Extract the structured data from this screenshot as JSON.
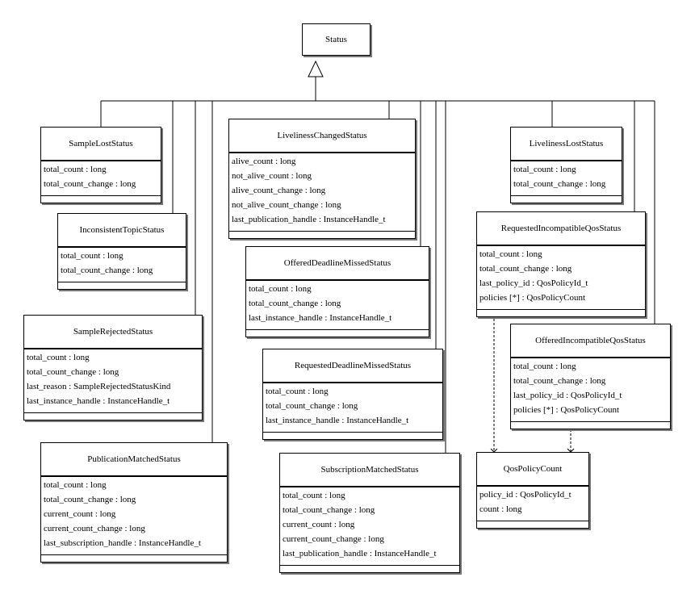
{
  "root": {
    "name": "Status"
  },
  "classes": [
    {
      "id": "sample_lost",
      "name": "SampleLostStatus",
      "attributes": [
        "total_count : long",
        "total_count_change : long"
      ]
    },
    {
      "id": "inconsistent_topic",
      "name": "InconsistentTopicStatus",
      "attributes": [
        "total_count : long",
        "total_count_change : long"
      ]
    },
    {
      "id": "sample_rejected",
      "name": "SampleRejectedStatus",
      "attributes": [
        "total_count : long",
        "total_count_change : long",
        "last_reason : SampleRejectedStatusKind",
        "last_instance_handle : InstanceHandle_t"
      ]
    },
    {
      "id": "publication_matched",
      "name": "PublicationMatchedStatus",
      "attributes": [
        "total_count : long",
        "total_count_change : long",
        "current_count : long",
        "current_count_change : long",
        "last_subscription_handle : InstanceHandle_t"
      ]
    },
    {
      "id": "liveliness_changed",
      "name": "LivelinessChangedStatus",
      "attributes": [
        "alive_count : long",
        "not_alive_count : long",
        "alive_count_change : long",
        "not_alive_count_change : long",
        "last_publication_handle : InstanceHandle_t"
      ]
    },
    {
      "id": "offered_deadline_missed",
      "name": "OfferedDeadlineMissedStatus",
      "attributes": [
        "total_count : long",
        "total_count_change : long",
        "last_instance_handle : InstanceHandle_t"
      ]
    },
    {
      "id": "requested_deadline_missed",
      "name": "RequestedDeadlineMissedStatus",
      "attributes": [
        "total_count : long",
        "total_count_change : long",
        "last_instance_handle : InstanceHandle_t"
      ]
    },
    {
      "id": "subscription_matched",
      "name": "SubscriptionMatchedStatus",
      "attributes": [
        "total_count : long",
        "total_count_change : long",
        "current_count : long",
        "current_count_change : long",
        "last_publication_handle : InstanceHandle_t"
      ]
    },
    {
      "id": "liveliness_lost",
      "name": "LivelinessLostStatus",
      "attributes": [
        "total_count : long",
        "total_count_change : long"
      ]
    },
    {
      "id": "requested_incompatible_qos",
      "name": "RequestedIncompatibleQosStatus",
      "attributes": [
        "total_count : long",
        "total_count_change : long",
        "last_policy_id : QosPolicyId_t",
        "policies [*] : QosPolicyCount"
      ]
    },
    {
      "id": "offered_incompatible_qos",
      "name": "OfferedIncompatibleQosStatus",
      "attributes": [
        "total_count : long",
        "total_count_change : long",
        "last_policy_id : QosPolicyId_t",
        "policies [*] : QosPolicyCount"
      ]
    },
    {
      "id": "qos_policy_count",
      "name": "QosPolicyCount",
      "attributes": [
        "policy_id : QosPolicyId_t",
        "count : long"
      ]
    }
  ]
}
